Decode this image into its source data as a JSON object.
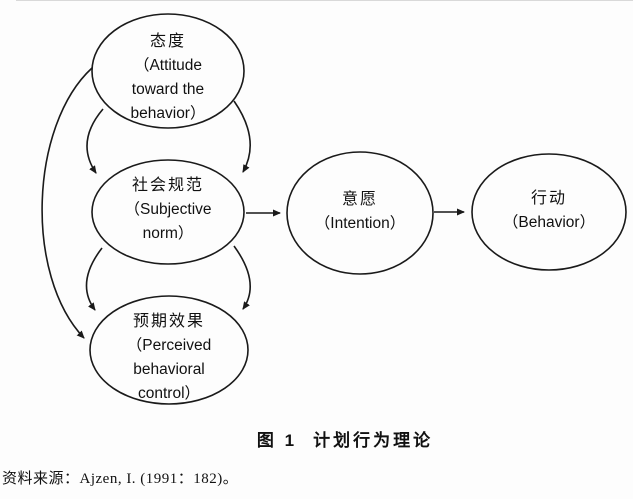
{
  "diagram": {
    "title_hint": "Theory of Planned Behavior diagram",
    "line_color": "#1a1a1a",
    "node_fill": "#fdfdfd",
    "nodes": {
      "attitude": {
        "lines": [
          "态度",
          "（Attitude",
          "toward the",
          "behavior）"
        ]
      },
      "subjective_norm": {
        "lines": [
          "社会规范",
          "（Subjective",
          "norm）"
        ]
      },
      "perceived_control": {
        "lines": [
          "预期效果",
          "（Perceived",
          "behavioral",
          "control）"
        ]
      },
      "intention": {
        "lines": [
          "意愿",
          "（Intention）"
        ]
      },
      "behavior": {
        "lines": [
          "行动",
          "（Behavior）"
        ]
      }
    },
    "edges": [
      {
        "from": "attitude",
        "to": "subjective_norm",
        "side": "left-curve"
      },
      {
        "from": "attitude",
        "to": "subjective_norm",
        "side": "right-curve"
      },
      {
        "from": "attitude",
        "to": "perceived_control",
        "side": "far-left-curve"
      },
      {
        "from": "subjective_norm",
        "to": "perceived_control",
        "side": "left-curve"
      },
      {
        "from": "subjective_norm",
        "to": "perceived_control",
        "side": "right-curve"
      },
      {
        "from": "subjective_norm",
        "to": "intention",
        "side": "straight"
      },
      {
        "from": "intention",
        "to": "behavior",
        "side": "straight"
      }
    ]
  },
  "caption": {
    "prefix": "图 1",
    "title": "计划行为理论"
  },
  "source": {
    "text": "资料来源：Ajzen, I. (1991：182)。"
  }
}
